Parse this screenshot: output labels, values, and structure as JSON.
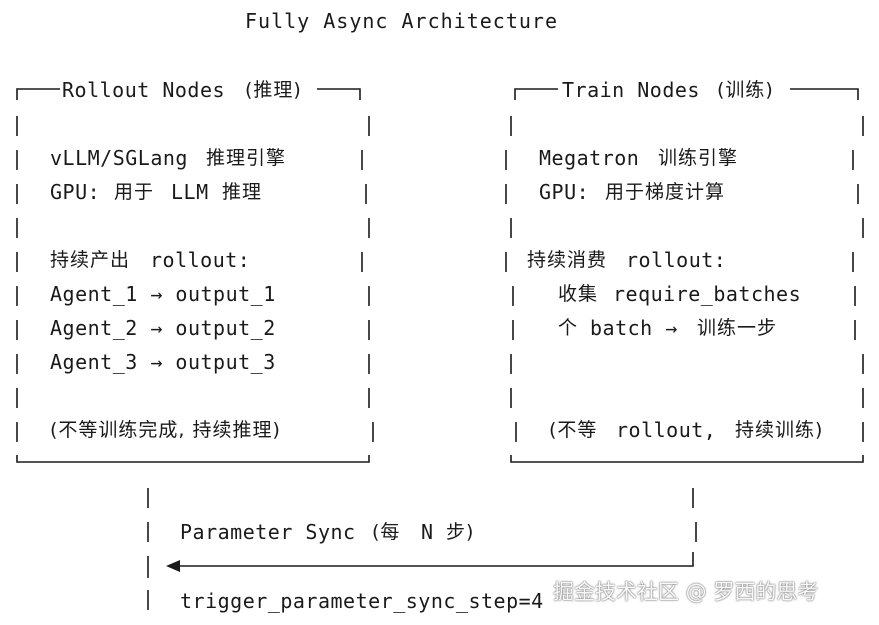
{
  "title": "Fully Async Architecture",
  "rollout": {
    "header": "Rollout Nodes",
    "header_cjk": "(推理)",
    "engine": "vLLM/SGLang",
    "engine_cjk": "推理引擎",
    "gpu": "GPU:",
    "gpu_cjk": "用于",
    "gpu_llm": "LLM",
    "gpu_tail": "推理",
    "produce_cjk": "持续产出",
    "produce": "rollout:",
    "agents": [
      "Agent_1 → output_1",
      "Agent_2 → output_2",
      "Agent_3 → output_3"
    ],
    "note": "(不等训练完成, 持续推理)"
  },
  "train": {
    "header": "Train Nodes",
    "header_cjk": "(训练)",
    "engine": "Megatron",
    "engine_cjk": "训练引擎",
    "gpu": "GPU:",
    "gpu_cjk": "用于梯度计算",
    "consume_cjk": "持续消费",
    "consume": "rollout:",
    "collect_cjk": "收集",
    "collect": "require_batches",
    "batch_cjk": "个",
    "batch": "batch →",
    "batch_tail": "训练一步",
    "note_open": "(不等",
    "note_mid": "rollout,",
    "note_tail": "持续训练)"
  },
  "sync": {
    "label": "Parameter Sync",
    "label_cjk": "(每",
    "label_n": "N",
    "label_tail": "步)",
    "param": "trigger_parameter_sync_step=4"
  },
  "watermark": "掘金技术社区 @ 罗西的思考"
}
